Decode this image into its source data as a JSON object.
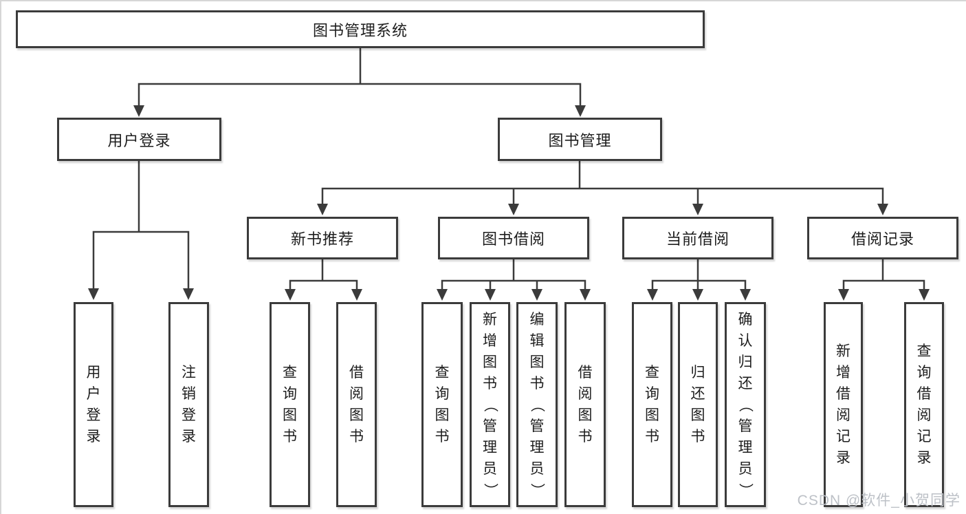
{
  "diagram": {
    "colors": {
      "line": "#3b3b3b",
      "text": "#1d1d1d",
      "box_background": "#ffffff",
      "watermark": "#bdc1c7"
    },
    "nodes": {
      "root": "图书管理系统",
      "level2": [
        "用户登录",
        "图书管理"
      ],
      "level3": [
        "新书推荐",
        "图书借阅",
        "当前借阅",
        "借阅记录"
      ],
      "leaves": {
        "user_login": [
          "用户登录",
          "注销登录"
        ],
        "new_book_recommend": [
          "查询图书",
          "借阅图书"
        ],
        "book_borrow": [
          "查询图书",
          "新增图书（管理员）",
          "编辑图书（管理员）",
          "借阅图书"
        ],
        "current_borrow": [
          "查询图书",
          "归还图书",
          "确认归还（管理员）"
        ],
        "borrow_records": [
          "新增借阅记录",
          "查询借阅记录"
        ]
      }
    },
    "watermark": "CSDN @软件_小贺同学"
  }
}
